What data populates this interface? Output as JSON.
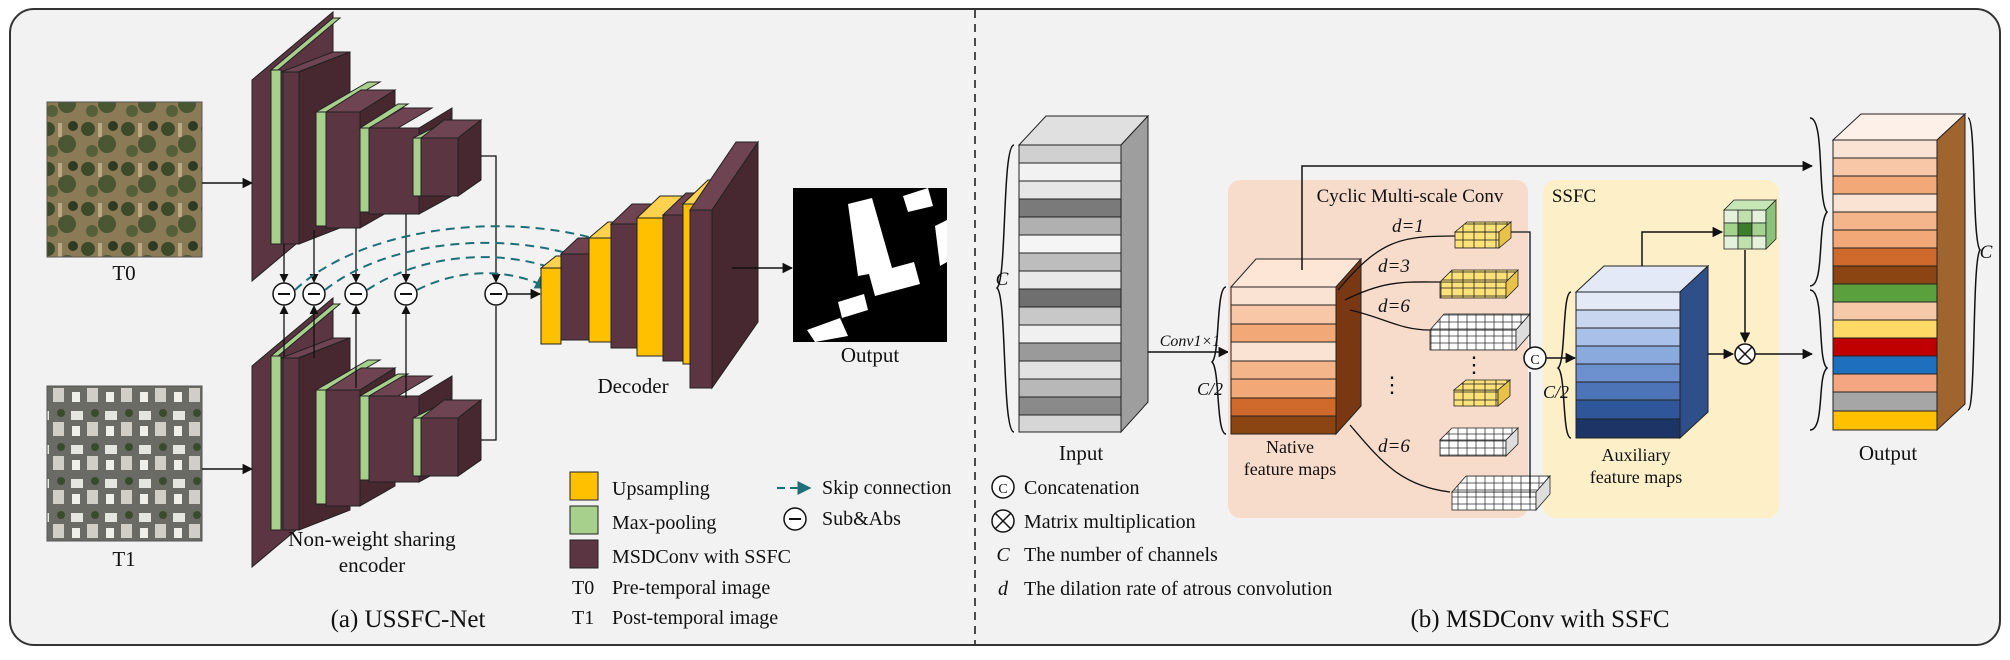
{
  "panel_a": {
    "caption": "(a) USSFC-Net",
    "t0_label": "T0",
    "t1_label": "T1",
    "encoder_label_line1": "Non-weight sharing",
    "encoder_label_line2": "encoder",
    "decoder_label": "Decoder",
    "output_label": "Output",
    "legend": {
      "upsampling": "Upsampling",
      "maxpooling": "Max-pooling",
      "msdconv": "MSDConv with SSFC",
      "t0_key": "T0",
      "t0_desc": "Pre-temporal image",
      "t1_key": "T1",
      "t1_desc": "Post-temporal image",
      "skip": "Skip connection",
      "subabs": "Sub&Abs"
    }
  },
  "panel_b": {
    "caption": "(b) MSDConv with SSFC",
    "input_label": "Input",
    "conv_label": "Conv1×1",
    "c_label": "C",
    "c_half_label": "C/2",
    "native_line1": "Native",
    "native_line2": "feature maps",
    "cyclic_label": "Cyclic Multi-scale Conv",
    "ssfc_label": "SSFC",
    "d_labels": [
      "d=1",
      "d=3",
      "d=6",
      "d=6"
    ],
    "ellipsis": "⋮",
    "concat_symbol": "C",
    "aux_line1": "Auxiliary",
    "aux_line2": "feature maps",
    "output_label": "Output",
    "legend": {
      "concat": "Concatenation",
      "matmul": "Matrix multiplication",
      "c_key": "C",
      "c_desc": "The number of channels",
      "d_key": "d",
      "d_desc": "The dilation rate of atrous convolution"
    }
  },
  "colors": {
    "msdconv": "#5b3542",
    "maxpool": "#a8d08d",
    "upsample": "#ffc000",
    "skip": "#1f6f78",
    "native_bg": "#f8dccb",
    "ssfc_bg": "#fdf0c8"
  }
}
